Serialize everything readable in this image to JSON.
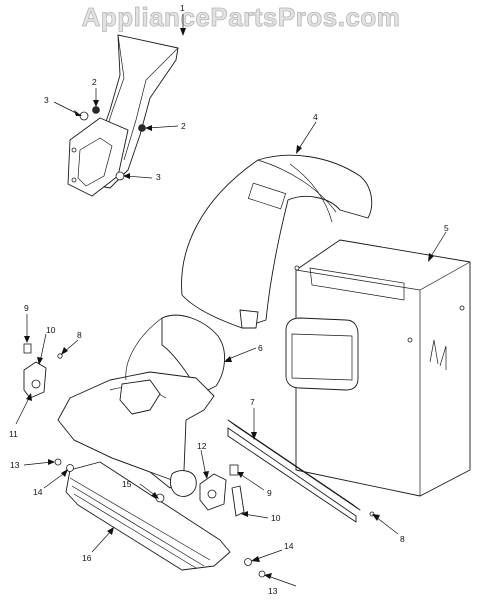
{
  "watermark": "AppliancePartsPros.com",
  "callouts": [
    "1",
    "2",
    "3",
    "2",
    "3",
    "4",
    "5",
    "6",
    "7",
    "8",
    "9",
    "10",
    "11",
    "12",
    "9",
    "8",
    "10",
    "13",
    "14",
    "15",
    "16",
    "14",
    "13"
  ]
}
